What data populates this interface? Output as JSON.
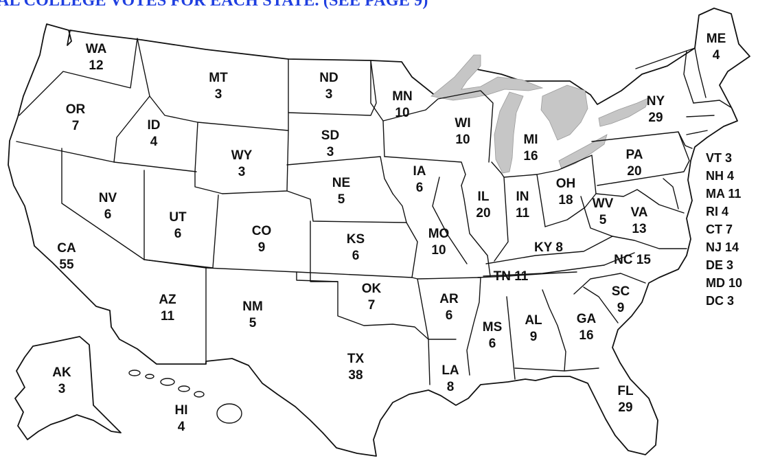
{
  "header": {
    "text": "AL COLLEGE VOTES FOR EACH STATE. (SEE PAGE 9)"
  },
  "colors": {
    "header": "#1f3fe0",
    "great_lakes": "#c6c6c6",
    "borders": "#111111"
  },
  "states": [
    {
      "id": "WA",
      "abbr": "WA",
      "votes": "12"
    },
    {
      "id": "OR",
      "abbr": "OR",
      "votes": "7"
    },
    {
      "id": "CA",
      "abbr": "CA",
      "votes": "55"
    },
    {
      "id": "ID",
      "abbr": "ID",
      "votes": "4"
    },
    {
      "id": "NV",
      "abbr": "NV",
      "votes": "6"
    },
    {
      "id": "MT",
      "abbr": "MT",
      "votes": "3"
    },
    {
      "id": "WY",
      "abbr": "WY",
      "votes": "3"
    },
    {
      "id": "UT",
      "abbr": "UT",
      "votes": "6"
    },
    {
      "id": "AZ",
      "abbr": "AZ",
      "votes": "11"
    },
    {
      "id": "CO",
      "abbr": "CO",
      "votes": "9"
    },
    {
      "id": "NM",
      "abbr": "NM",
      "votes": "5"
    },
    {
      "id": "ND",
      "abbr": "ND",
      "votes": "3"
    },
    {
      "id": "SD",
      "abbr": "SD",
      "votes": "3"
    },
    {
      "id": "NE",
      "abbr": "NE",
      "votes": "5"
    },
    {
      "id": "KS",
      "abbr": "KS",
      "votes": "6"
    },
    {
      "id": "OK",
      "abbr": "OK",
      "votes": "7"
    },
    {
      "id": "TX",
      "abbr": "TX",
      "votes": "38"
    },
    {
      "id": "MN",
      "abbr": "MN",
      "votes": "10"
    },
    {
      "id": "IA",
      "abbr": "IA",
      "votes": "6"
    },
    {
      "id": "MO",
      "abbr": "MO",
      "votes": "10"
    },
    {
      "id": "AR",
      "abbr": "AR",
      "votes": "6"
    },
    {
      "id": "LA",
      "abbr": "LA",
      "votes": "8"
    },
    {
      "id": "WI",
      "abbr": "WI",
      "votes": "10"
    },
    {
      "id": "IL",
      "abbr": "IL",
      "votes": "20"
    },
    {
      "id": "MI",
      "abbr": "MI",
      "votes": "16"
    },
    {
      "id": "IN",
      "abbr": "IN",
      "votes": "11"
    },
    {
      "id": "OH",
      "abbr": "OH",
      "votes": "18"
    },
    {
      "id": "MS",
      "abbr": "MS",
      "votes": "6"
    },
    {
      "id": "AL",
      "abbr": "AL",
      "votes": "9"
    },
    {
      "id": "GA",
      "abbr": "GA",
      "votes": "16"
    },
    {
      "id": "FL",
      "abbr": "FL",
      "votes": "29"
    },
    {
      "id": "SC",
      "abbr": "SC",
      "votes": "9"
    },
    {
      "id": "PA",
      "abbr": "PA",
      "votes": "20"
    },
    {
      "id": "NY",
      "abbr": "NY",
      "votes": "29"
    },
    {
      "id": "ME",
      "abbr": "ME",
      "votes": "4"
    },
    {
      "id": "WV",
      "abbr": "WV",
      "votes": "5"
    },
    {
      "id": "VA",
      "abbr": "VA",
      "votes": "13"
    },
    {
      "id": "AK",
      "abbr": "AK",
      "votes": "3"
    },
    {
      "id": "HI",
      "abbr": "HI",
      "votes": "4"
    }
  ],
  "inline_states": [
    {
      "id": "KY",
      "label": "KY 8"
    },
    {
      "id": "TN",
      "label": "TN 11"
    },
    {
      "id": "NC",
      "label": "NC 15"
    }
  ],
  "small_states_legend": [
    {
      "id": "VT",
      "label": "VT 3"
    },
    {
      "id": "NH",
      "label": "NH 4"
    },
    {
      "id": "MA",
      "label": "MA 11"
    },
    {
      "id": "RI",
      "label": "RI 4"
    },
    {
      "id": "CT",
      "label": "CT 7"
    },
    {
      "id": "NJ",
      "label": "NJ 14"
    },
    {
      "id": "DE",
      "label": "DE 3"
    },
    {
      "id": "MD",
      "label": "MD 10"
    },
    {
      "id": "DC",
      "label": "DC 3"
    }
  ]
}
